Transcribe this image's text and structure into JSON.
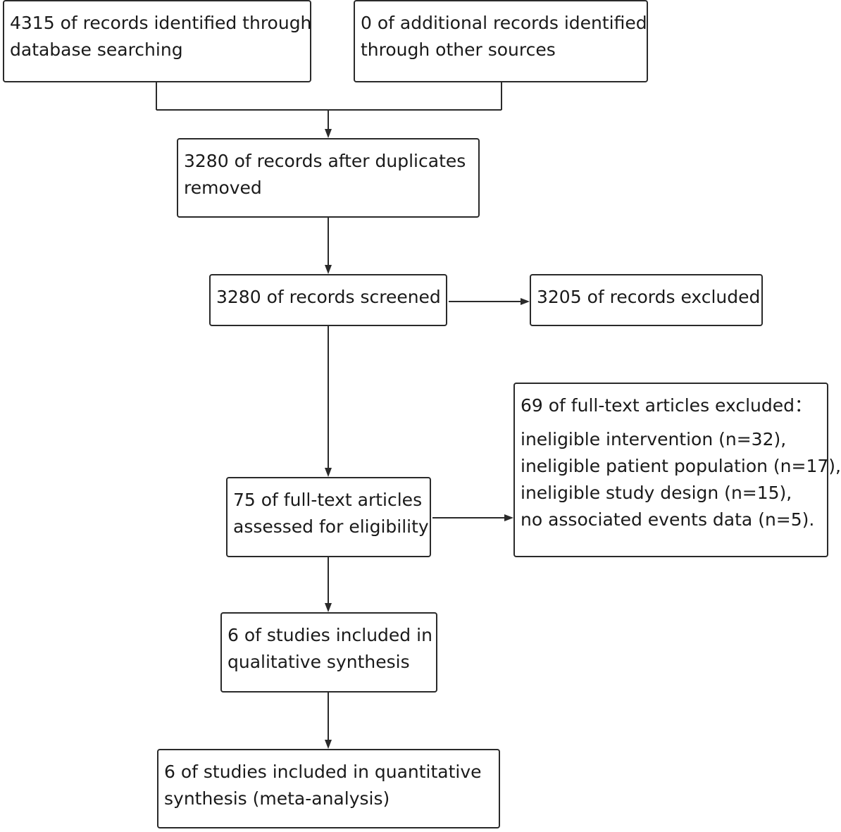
{
  "boxes": {
    "database_search": [
      "4315 of records identified through",
      "database searching"
    ],
    "other_sources": [
      "0 of additional records identified",
      "through other sources"
    ],
    "after_duplicates": [
      "3280 of records after duplicates",
      "removed"
    ],
    "screened": [
      "3280 of records screened"
    ],
    "excluded": [
      "3205 of records excluded"
    ],
    "full_text_assessed": [
      "75 of full-text articles",
      "assessed for eligibility"
    ],
    "full_text_excluded": {
      "heading": "69 of full-text articles excluded：",
      "reasons": [
        "ineligible intervention (n=32),",
        "ineligible patient population (n=17),",
        "ineligible study design (n=15),",
        "no associated events data (n=5)."
      ]
    },
    "qualitative": [
      "6 of studies included in",
      "qualitative synthesis"
    ],
    "quantitative": [
      "6 of studies included in quantitative",
      "synthesis (meta-analysis)"
    ]
  }
}
